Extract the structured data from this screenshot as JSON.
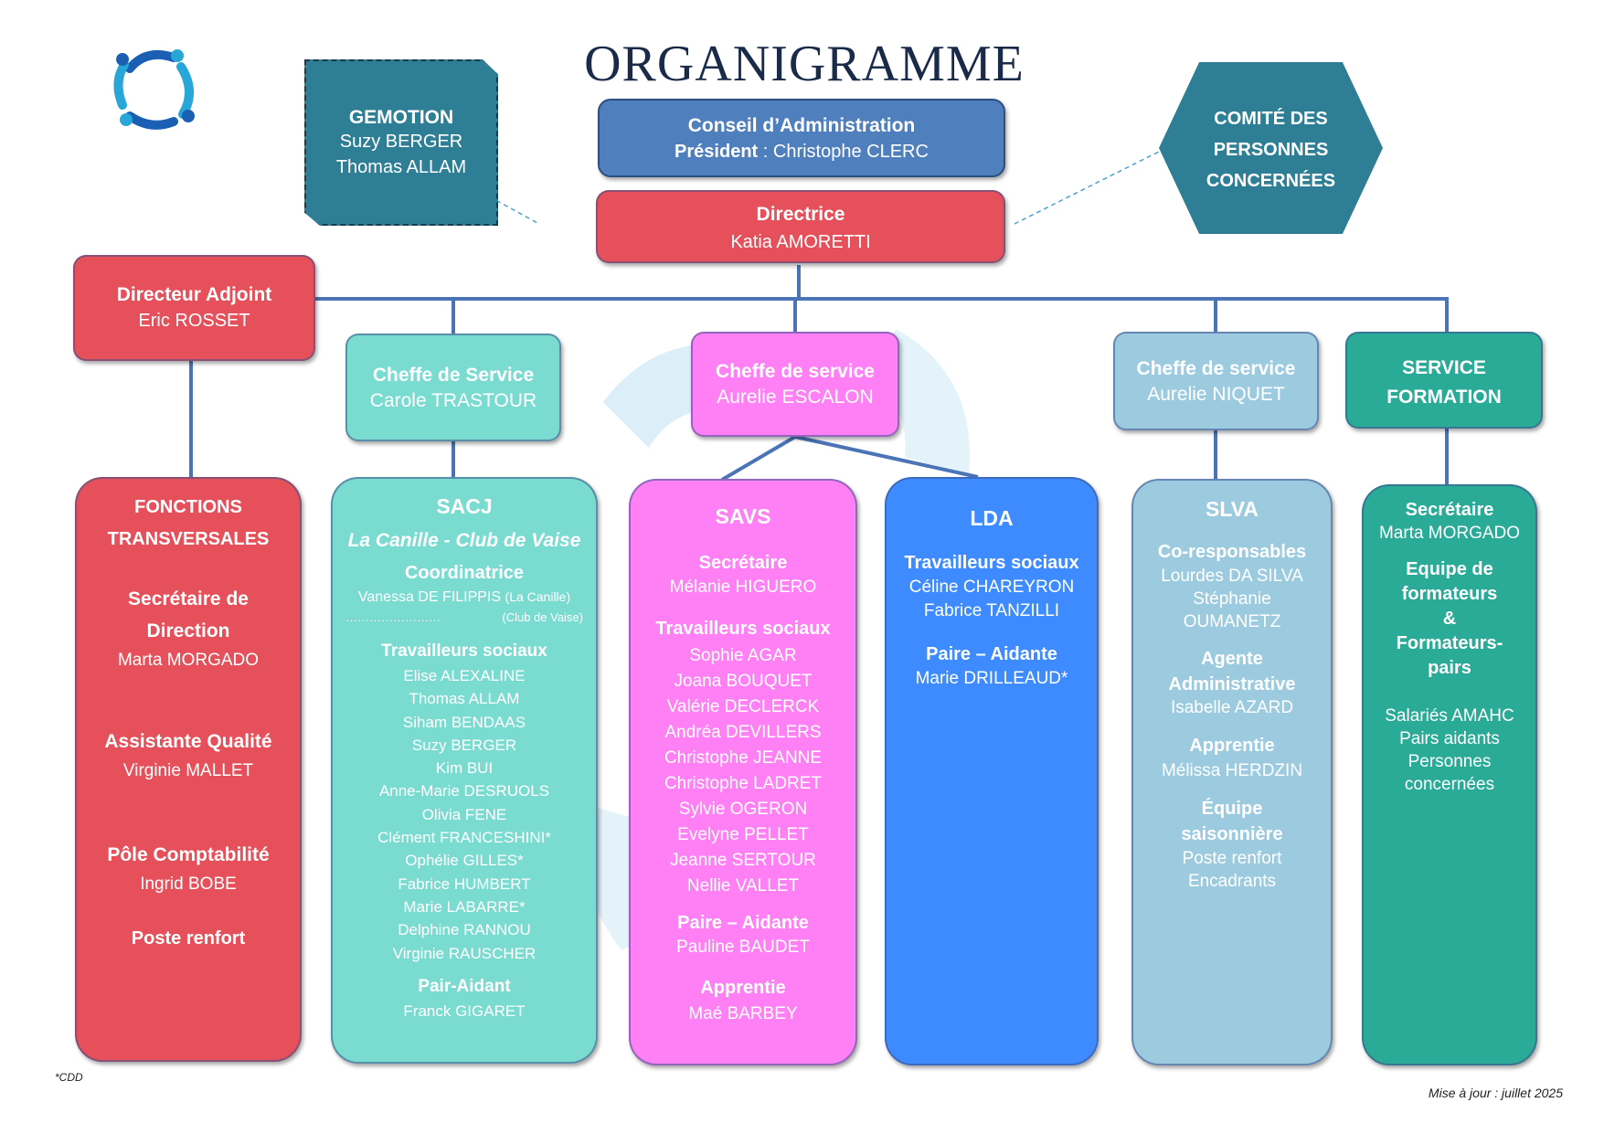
{
  "title": "ORGANIGRAMME AMAHC",
  "gemotion": {
    "title": "GEMOTION",
    "people": [
      "Suzy BERGER",
      "Thomas ALLAM"
    ]
  },
  "comite": {
    "lines": [
      "COMITÉ DES",
      "PERSONNES",
      "CONCERNÉES"
    ]
  },
  "conseil": {
    "title": "Conseil d’Administration",
    "president_label": "Président",
    "president_name": " : Christophe CLERC"
  },
  "directrice": {
    "title": "Directrice",
    "name": "Katia AMORETTI"
  },
  "adjoint": {
    "title": "Directeur Adjoint",
    "name": "Eric ROSSET"
  },
  "cheffes": [
    {
      "title": "Cheffe de Service",
      "name": "Carole TRASTOUR"
    },
    {
      "title": "Cheffe de service",
      "name": "Aurelie ESCALON"
    },
    {
      "title": "Cheffe de service",
      "name": "Aurelie NIQUET"
    }
  ],
  "formation": {
    "lines": [
      "SERVICE",
      "FORMATION"
    ]
  },
  "fonctions": {
    "title_lines": [
      "FONCTIONS",
      "TRANSVERSALES"
    ],
    "secretaire_lines": [
      "Secrétaire de",
      "Direction"
    ],
    "secretaire_name": "Marta MORGADO",
    "qualite_title": "Assistante Qualité",
    "qualite_name": "Virginie MALLET",
    "compta_title": "Pôle Comptabilité",
    "compta_name": "Ingrid BOBE",
    "renfort": "Poste renfort"
  },
  "sacj": {
    "title": "SACJ",
    "subtitle": "La Canille - Club de Vaise",
    "coord_title": "Coordinatrice",
    "coord_name": "Vanessa DE FILIPPIS",
    "coord_note": "(La Canille)",
    "dots": "……………………",
    "club_note": "(Club de Vaise)",
    "ts_title": "Travailleurs sociaux",
    "ts": [
      "Elise ALEXALINE",
      "Thomas ALLAM",
      "Siham BENDAAS",
      "Suzy BERGER",
      "Kim BUI",
      "Anne-Marie DESRUOLS",
      "Olivia FENE",
      "Clément FRANCESHINI*",
      "Ophélie GILLES*",
      "Fabrice HUMBERT",
      "Marie LABARRE*",
      "Delphine RANNOU",
      "Virginie RAUSCHER"
    ],
    "pair_title": "Pair-Aidant",
    "pair_name": "Franck GIGARET"
  },
  "savs": {
    "title": "SAVS",
    "sec_title": "Secrétaire",
    "sec_name": "Mélanie HIGUERO",
    "ts_title": "Travailleurs sociaux",
    "ts": [
      "Sophie AGAR",
      "Joana BOUQUET",
      "Valérie DECLERCK",
      "Andréa DEVILLERS",
      "Christophe JEANNE",
      "Christophe LADRET",
      "Sylvie OGERON",
      "Evelyne PELLET",
      "Jeanne SERTOUR",
      "Nellie VALLET"
    ],
    "pair_title": "Paire – Aidante",
    "pair_name": "Pauline BAUDET",
    "app_title": "Apprentie",
    "app_name": "Maé BARBEY"
  },
  "lda": {
    "title": "LDA",
    "ts_title": "Travailleurs sociaux",
    "ts": [
      "Céline CHAREYRON",
      "Fabrice TANZILLI"
    ],
    "pair_title": "Paire – Aidante",
    "pair_name": "Marie DRILLEAUD*"
  },
  "slva": {
    "title": "SLVA",
    "co_title": "Co-responsables",
    "co": [
      "Lourdes DA SILVA",
      "Stéphanie",
      "OUMANETZ"
    ],
    "agent_lines": [
      "Agente",
      "Administrative"
    ],
    "agent_name": "Isabelle AZARD",
    "app_title": "Apprentie",
    "app_name": "Mélissa HERDZIN",
    "equipe_lines": [
      "Équipe",
      "saisonnière"
    ],
    "equipe_items": [
      "Poste renfort",
      "Encadrants"
    ]
  },
  "form_col": {
    "sec_title": "Secrétaire",
    "sec_name": "Marta MORGADO",
    "equipe_lines": [
      "Equipe de",
      "formateurs",
      "&",
      "Formateurs-",
      "pairs"
    ],
    "items": [
      "Salariés AMAHC",
      "Pairs aidants",
      "Personnes",
      "concernées"
    ]
  },
  "footer": {
    "cdd": "*CDD",
    "update": "Mise à jour : juillet 2025"
  },
  "colors": {
    "red": "#e5505a",
    "teal": "#7adbd0",
    "pink": "#ff7ff5",
    "blue": "#3d8bff",
    "light_blue": "#9ccbe0",
    "green": "#2aab97",
    "navy": "#4f7fbd",
    "dark_teal": "#2e7f95"
  }
}
